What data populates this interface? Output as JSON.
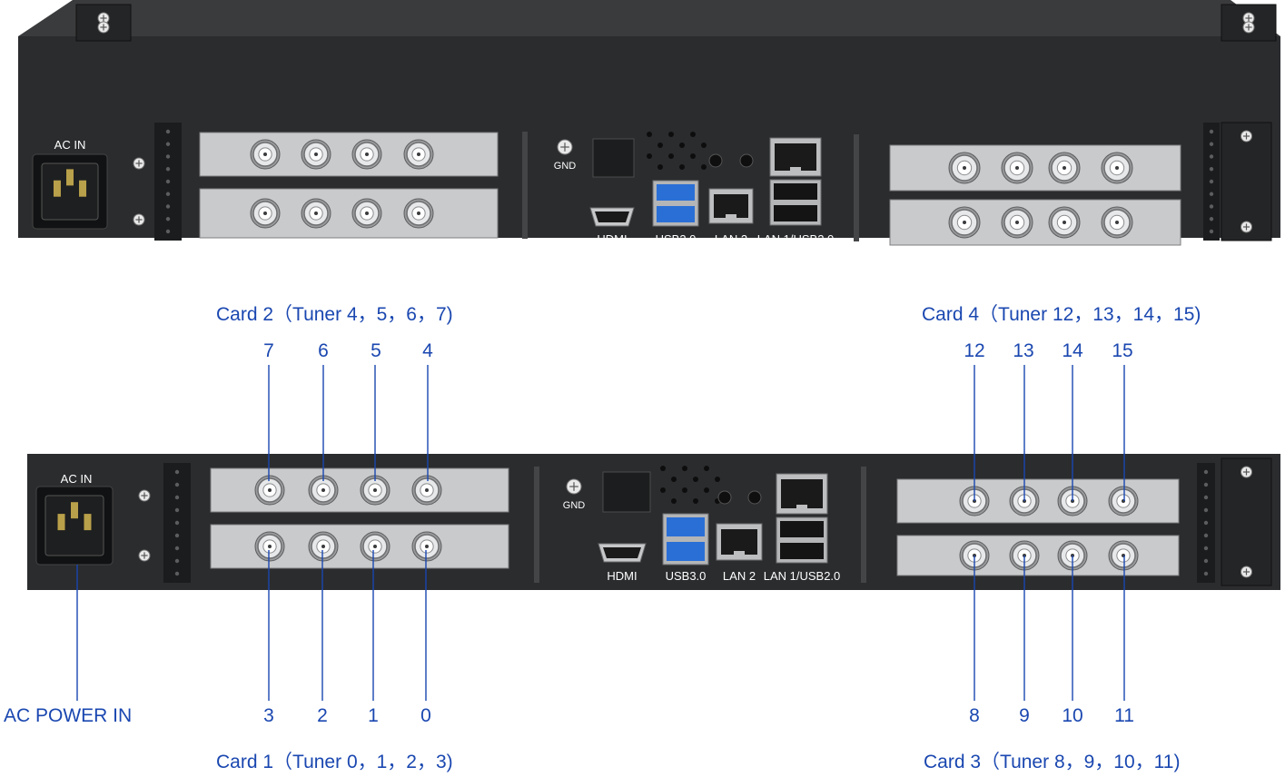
{
  "panel": {
    "ac_in": "AC IN",
    "gnd": "GND",
    "hdmi": "HDMI",
    "usb3": "USB3.0",
    "lan2": "LAN 2",
    "lan1_usb2": "LAN 1/USB2.0"
  },
  "labels": {
    "card1": "Card 1（Tuner 0，1，2，3)",
    "card2": "Card 2（Tuner 4，5，6，7)",
    "card3": "Card 3（Tuner 8，9，10，11)",
    "card4": "Card 4（Tuner 12，13，14，15)",
    "ac_power_in": "AC POWER IN"
  },
  "tuner_numbers": {
    "top_left": [
      "7",
      "6",
      "5",
      "4"
    ],
    "bottom_left": [
      "3",
      "2",
      "1",
      "0"
    ],
    "top_right": [
      "12",
      "13",
      "14",
      "15"
    ],
    "bottom_right": [
      "8",
      "9",
      "10",
      "11"
    ]
  },
  "colors": {
    "label_blue": "#1a47b0",
    "chassis": "#2b2c2e",
    "card_plate": "#c9cacb",
    "usb3_blue": "#2a6fd6"
  }
}
